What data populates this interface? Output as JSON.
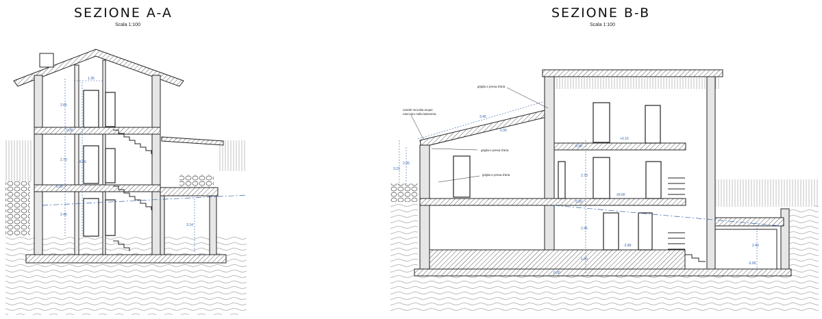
{
  "section_a": {
    "title": "SEZIONE A-A",
    "scale": "Scala 1:100",
    "dimensions": [
      "2.65",
      "0.30",
      "2.70",
      "0.30",
      "2.45",
      "1.35",
      "8.56",
      "3.14"
    ]
  },
  "section_b": {
    "title": "SEZIONE B-B",
    "scale": "Scala 1:100",
    "annotations": {
      "gutter": "canale raccolta acque",
      "gutter_2": "nascosto nella lattoneria",
      "vent_top": "griglia e presa d'aria",
      "vent_mid": "griglia e presa d'aria",
      "vent_low": "griglia e presa d'aria"
    },
    "levels": [
      "+3.10",
      "±0.00",
      "-2.80",
      "-3.00"
    ],
    "dimensions": [
      "3.45",
      "0.30",
      "0.30",
      "2.70",
      "0.30",
      "2.45",
      "1.00",
      "0.30",
      "2.40",
      "3.22",
      "2.95"
    ]
  },
  "colors": {
    "dimension": "#2a5ea8",
    "hatch": "#555555",
    "ground": "#bdbdbd"
  }
}
